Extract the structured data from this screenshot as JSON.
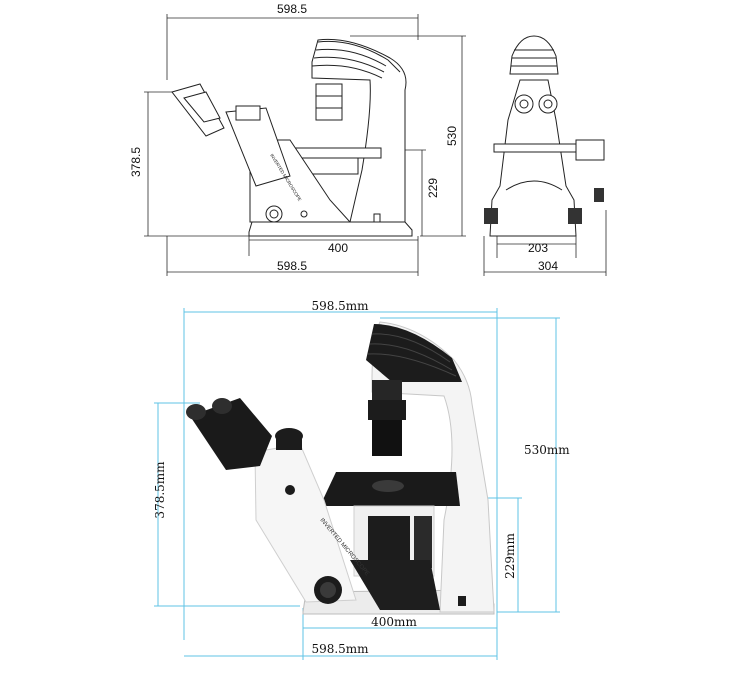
{
  "side_view": {
    "width_top": "598.5",
    "height_left": "378.5",
    "height_right": "530",
    "stage_height": "229",
    "base_width": "400",
    "width_bottom": "598.5",
    "body_text": "INVERTED MICROSCOPE"
  },
  "front_view": {
    "base_width": "203",
    "total_width": "304"
  },
  "photo_view": {
    "width_top": "598.5mm",
    "height_left": "378.5mm",
    "height_right": "530mm",
    "stage_height": "229mm",
    "base_width": "400mm",
    "width_bottom": "598.5mm",
    "body_text": "INVERTED MICROSCOPE"
  },
  "colors": {
    "dimension_line_drawing": "#2b2b2b",
    "dimension_line_photo": "#5fc3e6",
    "body_white": "#f4f4f4",
    "dark_parts": "#1c1c1c"
  }
}
